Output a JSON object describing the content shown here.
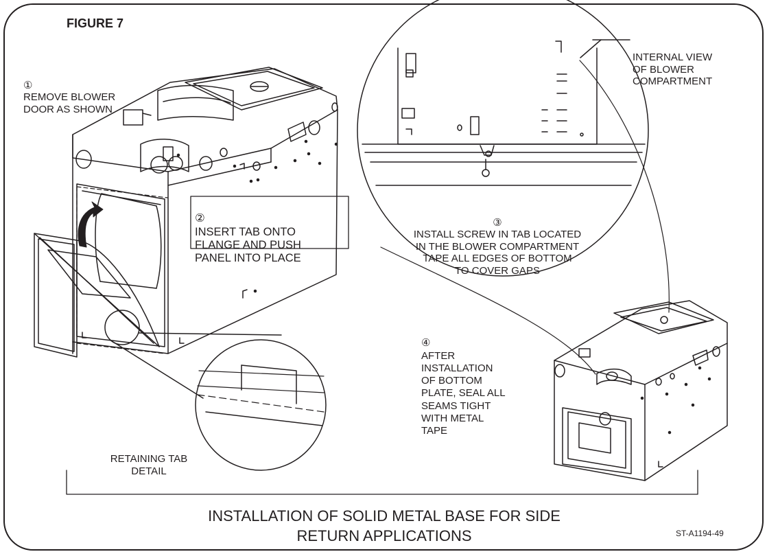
{
  "figure_label": "FIGURE 7",
  "steps": {
    "step1": {
      "marker": "①",
      "text": "REMOVE BLOWER\nDOOR AS SHOWN"
    },
    "step2": {
      "marker": "②",
      "text": "INSERT TAB ONTO\nFLANGE AND PUSH\nPANEL INTO PLACE"
    },
    "step3": {
      "marker": "③",
      "text": "INSTALL SCREW IN TAB LOCATED\nIN THE BLOWER COMPARTMENT\nTAPE ALL EDGES OF BOTTOM\nTO COVER GAPS"
    },
    "step4": {
      "marker": "④",
      "text": "AFTER\nINSTALLATION\nOF BOTTOM\nPLATE, SEAL ALL\nSEAMS TIGHT\nWITH METAL\nTAPE"
    }
  },
  "callouts": {
    "internal_view": "INTERNAL VIEW\nOF BLOWER\nCOMPARTMENT",
    "retaining_tab": "RETAINING TAB\nDETAIL"
  },
  "title": "INSTALLATION OF SOLID METAL BASE FOR SIDE\nRETURN APPLICATIONS",
  "drawing_number": "ST-A1194-49",
  "colors": {
    "ink": "#231f20",
    "background": "#ffffff"
  }
}
